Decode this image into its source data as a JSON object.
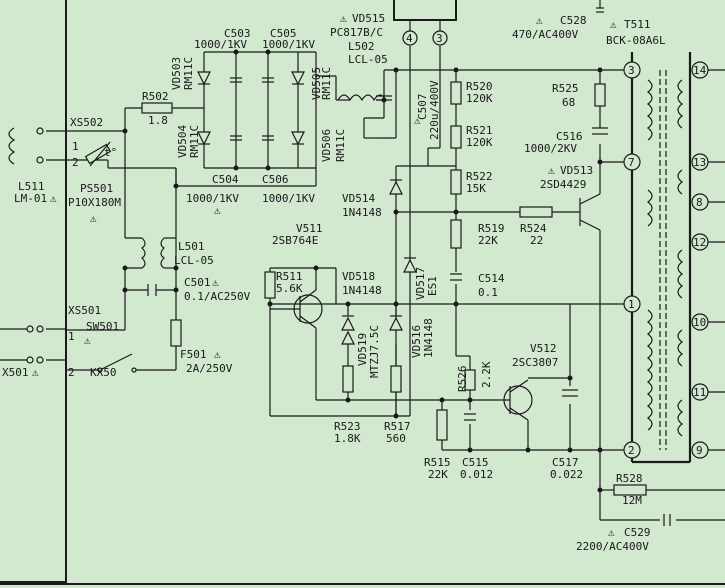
{
  "labels": {
    "C503": "C503",
    "C503_val": "1000/1KV",
    "C505": "C505",
    "C505_val": "1000/1KV",
    "VD515": "VD515",
    "VD515_part": "PC817B/C",
    "L502": "L502",
    "L502_val": "LCL-05",
    "C528": "C528",
    "C528_val": "470/AC400V",
    "T511": "T511",
    "T511_part": "BCK-08A6L",
    "VD503": "VD503",
    "VD503_part": "RM11C",
    "VD505": "VD505",
    "VD505_part": "RM11C",
    "VD504": "VD504",
    "VD504_part": "RM11C",
    "VD506": "VD506",
    "VD506_part": "RM11C",
    "R502": "R502",
    "R502_val": "1.8",
    "XS502": "XS502",
    "C507": "C507",
    "C507_val": "220u/400V",
    "R520": "R520",
    "R520_val": "120K",
    "R521": "R521",
    "R521_val": "120K",
    "R525": "R525",
    "R525_val": "68",
    "C516": "C516",
    "C516_val": "1000/2KV",
    "VD513": "VD513",
    "VD513_part": "2SD4429",
    "R522": "R522",
    "R522_val": "15K",
    "C504": "C504",
    "C506": "C506",
    "C504_val": "1000/1KV",
    "C506_val": "1000/1KV",
    "L511": "L511",
    "L511_part": "LM-01",
    "PS501": "PS501",
    "PS501_part": "P10X180M",
    "VD514": "VD514",
    "VD514_part": "1N4148",
    "R519": "R519",
    "R519_val": "22K",
    "R524": "R524",
    "R524_val": "22",
    "V511": "V511",
    "V511_part": "2SB764E",
    "L501": "L501",
    "L501_val": "LCL-05",
    "R511": "R511",
    "R511_val": "5.6K",
    "VD518": "VD518",
    "VD518_part": "1N4148",
    "VD517": "VD517",
    "VD517_part": "ES1",
    "C514": "C514",
    "C514_val": "0.1",
    "C501": "C501",
    "C501_val": "0.1/AC250V",
    "XS501": "XS501",
    "SW501": "SW501",
    "VD519": "VD519",
    "VD519_part": "MTZJ7.5C",
    "VD516": "VD516",
    "VD516_part": "1N4148",
    "F501": "F501",
    "F501_val": "2A/250V",
    "X501": "X501",
    "KX50": "KX50",
    "R526": "R526",
    "R526_val": "2.2K",
    "V512": "V512",
    "V512_part": "2SC3807",
    "R523": "R523",
    "R523_val": "1.8K",
    "R517": "R517",
    "R517_val": "560",
    "R515": "R515",
    "R515_val": "22K",
    "C515": "C515",
    "C515_val": "0.012",
    "C517": "C517",
    "C517_val": "0.022",
    "R528": "R528",
    "R528_val": "12M",
    "C529": "C529",
    "C529_val": "2200/AC400V",
    "t_deg": "t°"
  },
  "pins": {
    "opto_4": "4",
    "opto_3": "3",
    "t3": "3",
    "t7": "7",
    "t1": "1",
    "t2": "2",
    "t14": "14",
    "t13": "13",
    "t8": "8",
    "t12": "12",
    "t10": "10",
    "t11": "11",
    "t9": "9",
    "xs502_1": "1",
    "xs502_2": "2",
    "xs501_1": "1",
    "xs501_2": "2"
  },
  "warn": "⚠"
}
